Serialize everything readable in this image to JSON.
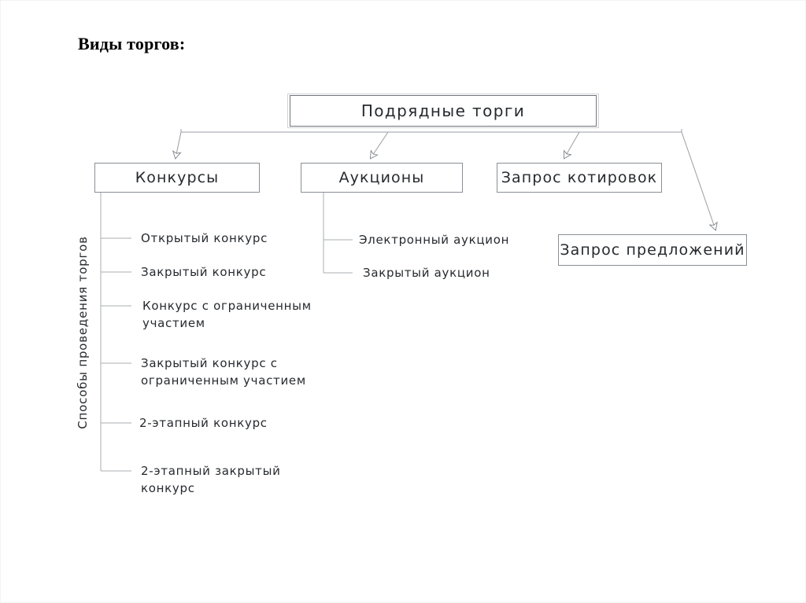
{
  "slide": {
    "title": "Виды торгов:",
    "background_color": "#ffffff",
    "text_color": "#262a2e",
    "line_color": "#8a8f95"
  },
  "diagram": {
    "root": {
      "label": "Подрядные торги"
    },
    "level2": [
      {
        "label": "Конкурсы"
      },
      {
        "label": "Аукционы"
      },
      {
        "label": "Запрос котировок"
      },
      {
        "label": "Запрос предложений"
      }
    ],
    "axis_label": "Способы проведения торгов",
    "konkursy_items": [
      {
        "label": "Открытый конкурс"
      },
      {
        "label": "Закрытый конкурс"
      },
      {
        "label": "Конкурс с ограниченным участием"
      },
      {
        "label": "Закрытый конкурс с ограниченным участием"
      },
      {
        "label": "2-этапный конкурс"
      },
      {
        "label": "2-этапный закрытый конкурс"
      }
    ],
    "auktsiony_items": [
      {
        "label": "Электронный аукцион"
      },
      {
        "label": "Закрытый аукцион"
      }
    ]
  }
}
